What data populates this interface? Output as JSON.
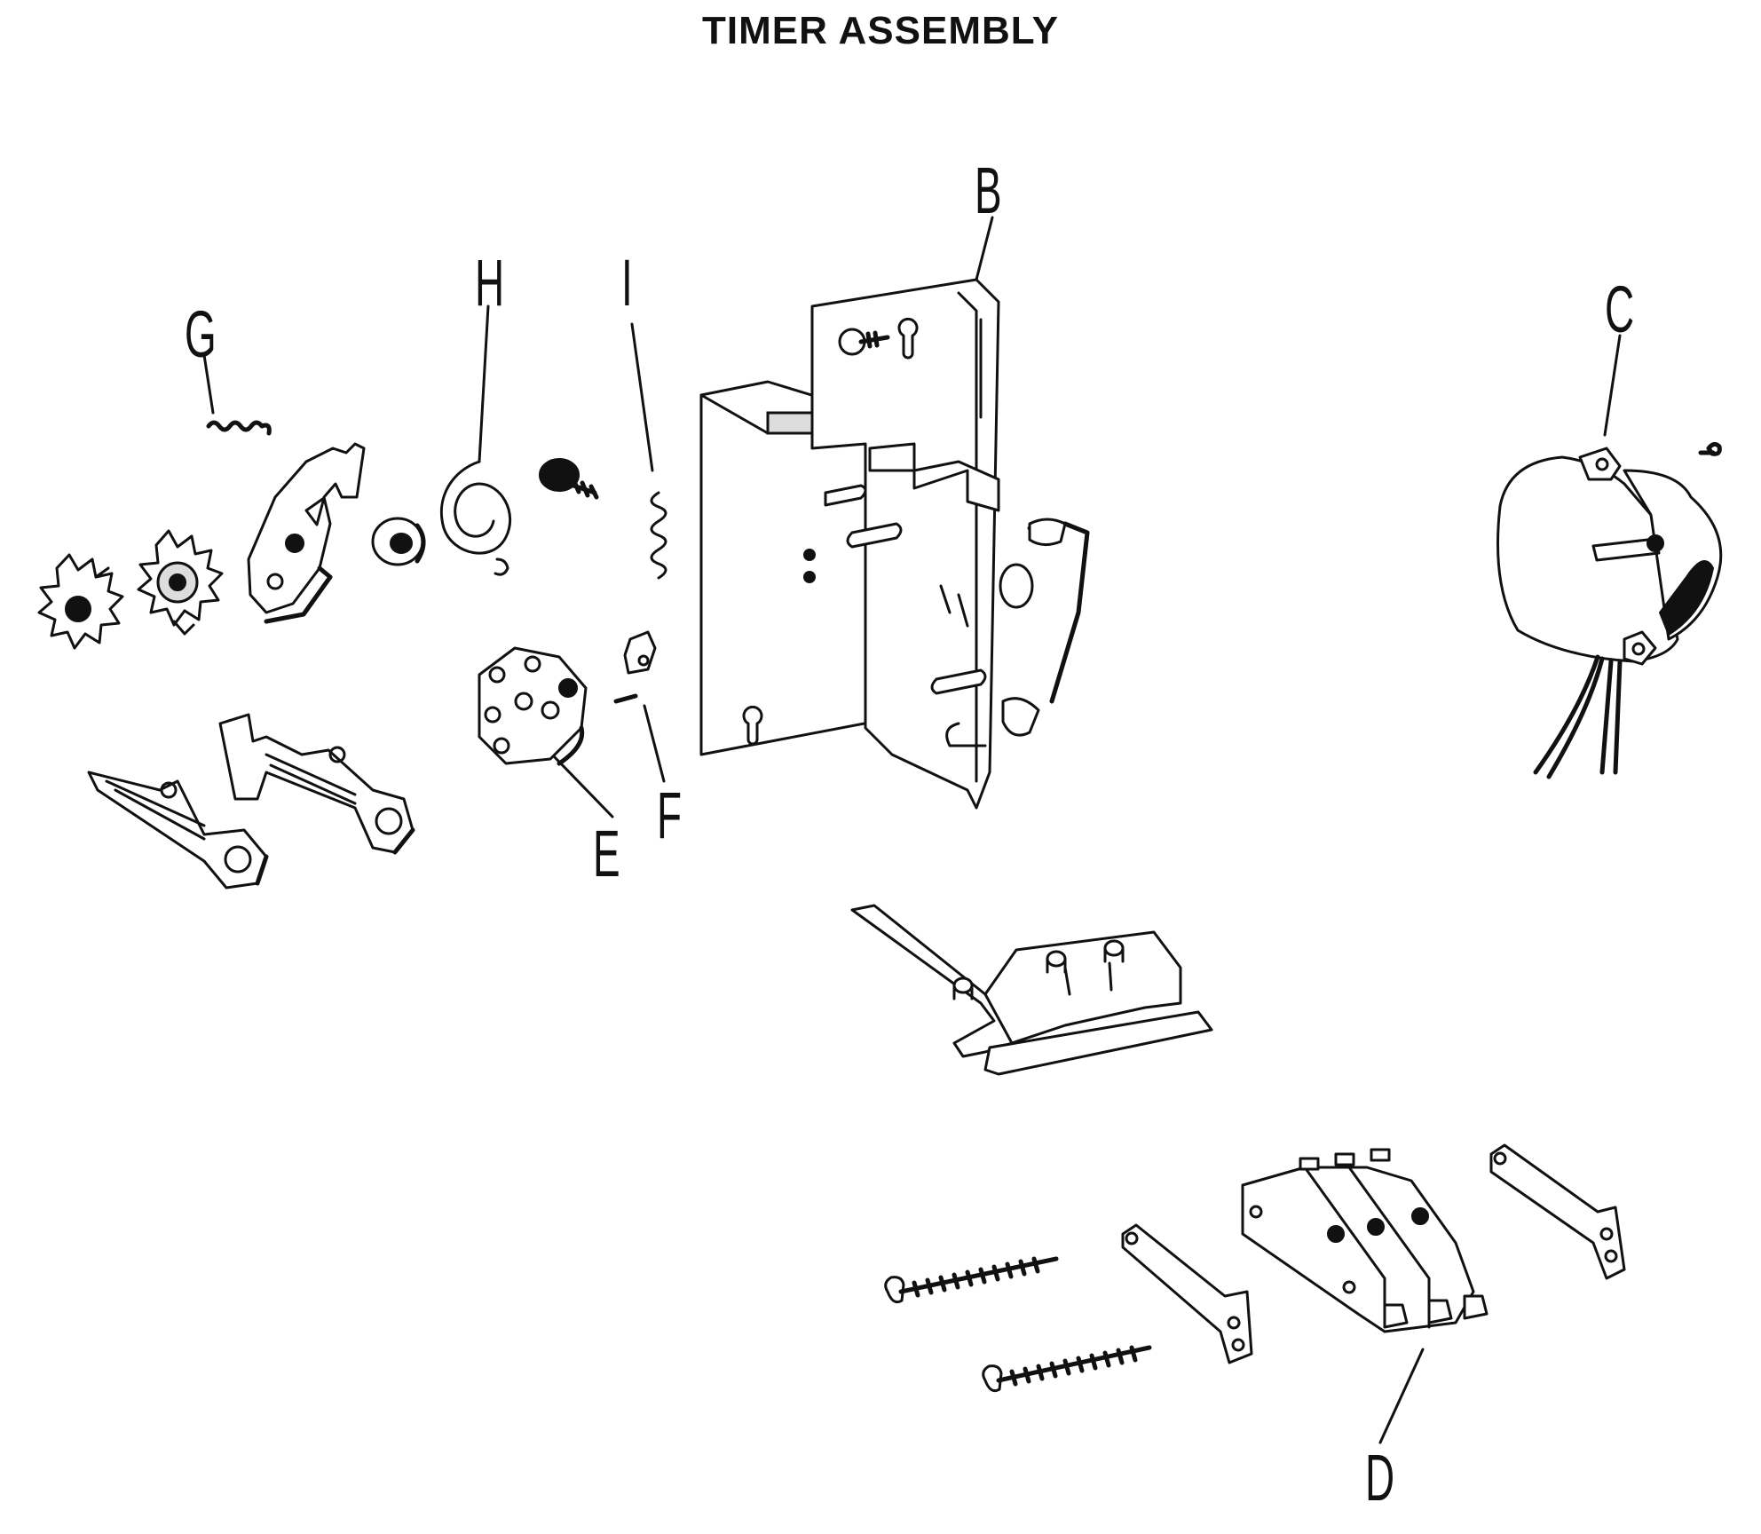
{
  "title": "TIMER ASSEMBLY",
  "callouts": [
    "B",
    "C",
    "D",
    "E",
    "F",
    "G",
    "H",
    "I"
  ]
}
